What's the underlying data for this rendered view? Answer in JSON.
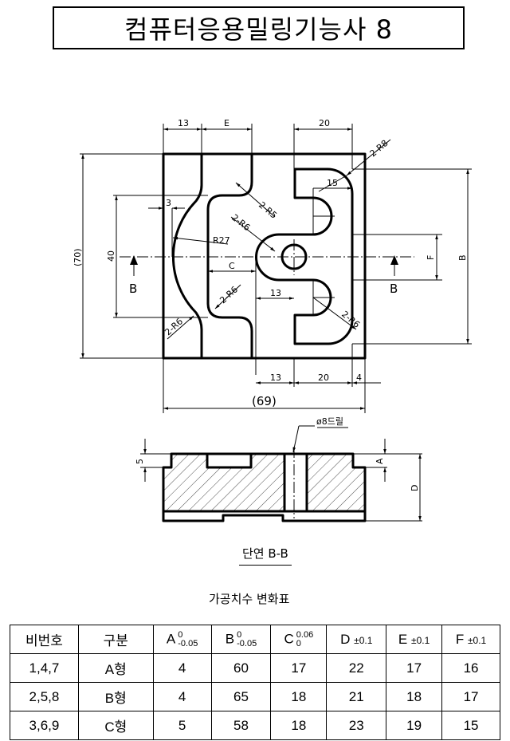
{
  "title": "컴퓨터응용밀링기능사 8",
  "top_view": {
    "dims": {
      "top_13": "13",
      "top_E": "E",
      "top_20": "20",
      "r8": "2-R8",
      "d15": "15",
      "d3": "3",
      "r5": "2-R5",
      "r6_a": "2-R6",
      "r27": "R27",
      "c": "C",
      "r6_b": "2-R6",
      "mid_13": "13",
      "r6_c": "2-R6",
      "r6_d": "2-R6",
      "h70": "(70)",
      "h40": "40",
      "f": "F",
      "b": "B",
      "bot_13": "13",
      "bot_20": "20",
      "bot_4": "4",
      "w69": "(69)"
    },
    "section_marks": {
      "left": "B",
      "right": "B"
    }
  },
  "section_view": {
    "drill_note": "ø8드릴",
    "dim_5": "5",
    "dim_A": "A",
    "dim_D": "D",
    "label": "단연 B-B"
  },
  "table": {
    "caption": "가공치수 변화표",
    "headers": [
      {
        "name": "비번호"
      },
      {
        "name": "구분"
      },
      {
        "name": "A",
        "upper": "0",
        "lower": "-0.05"
      },
      {
        "name": "B",
        "upper": "0",
        "lower": "-0.05"
      },
      {
        "name": "C",
        "upper": "0.06",
        "lower": "0"
      },
      {
        "name": "D",
        "tol": "±0.1"
      },
      {
        "name": "E",
        "tol": "±0.1"
      },
      {
        "name": "F",
        "tol": "±0.1"
      }
    ],
    "rows": [
      [
        "1,4,7",
        "A형",
        "4",
        "60",
        "17",
        "22",
        "17",
        "16"
      ],
      [
        "2,5,8",
        "B형",
        "4",
        "65",
        "18",
        "21",
        "18",
        "17"
      ],
      [
        "3,6,9",
        "C형",
        "5",
        "58",
        "18",
        "23",
        "19",
        "15"
      ]
    ]
  }
}
